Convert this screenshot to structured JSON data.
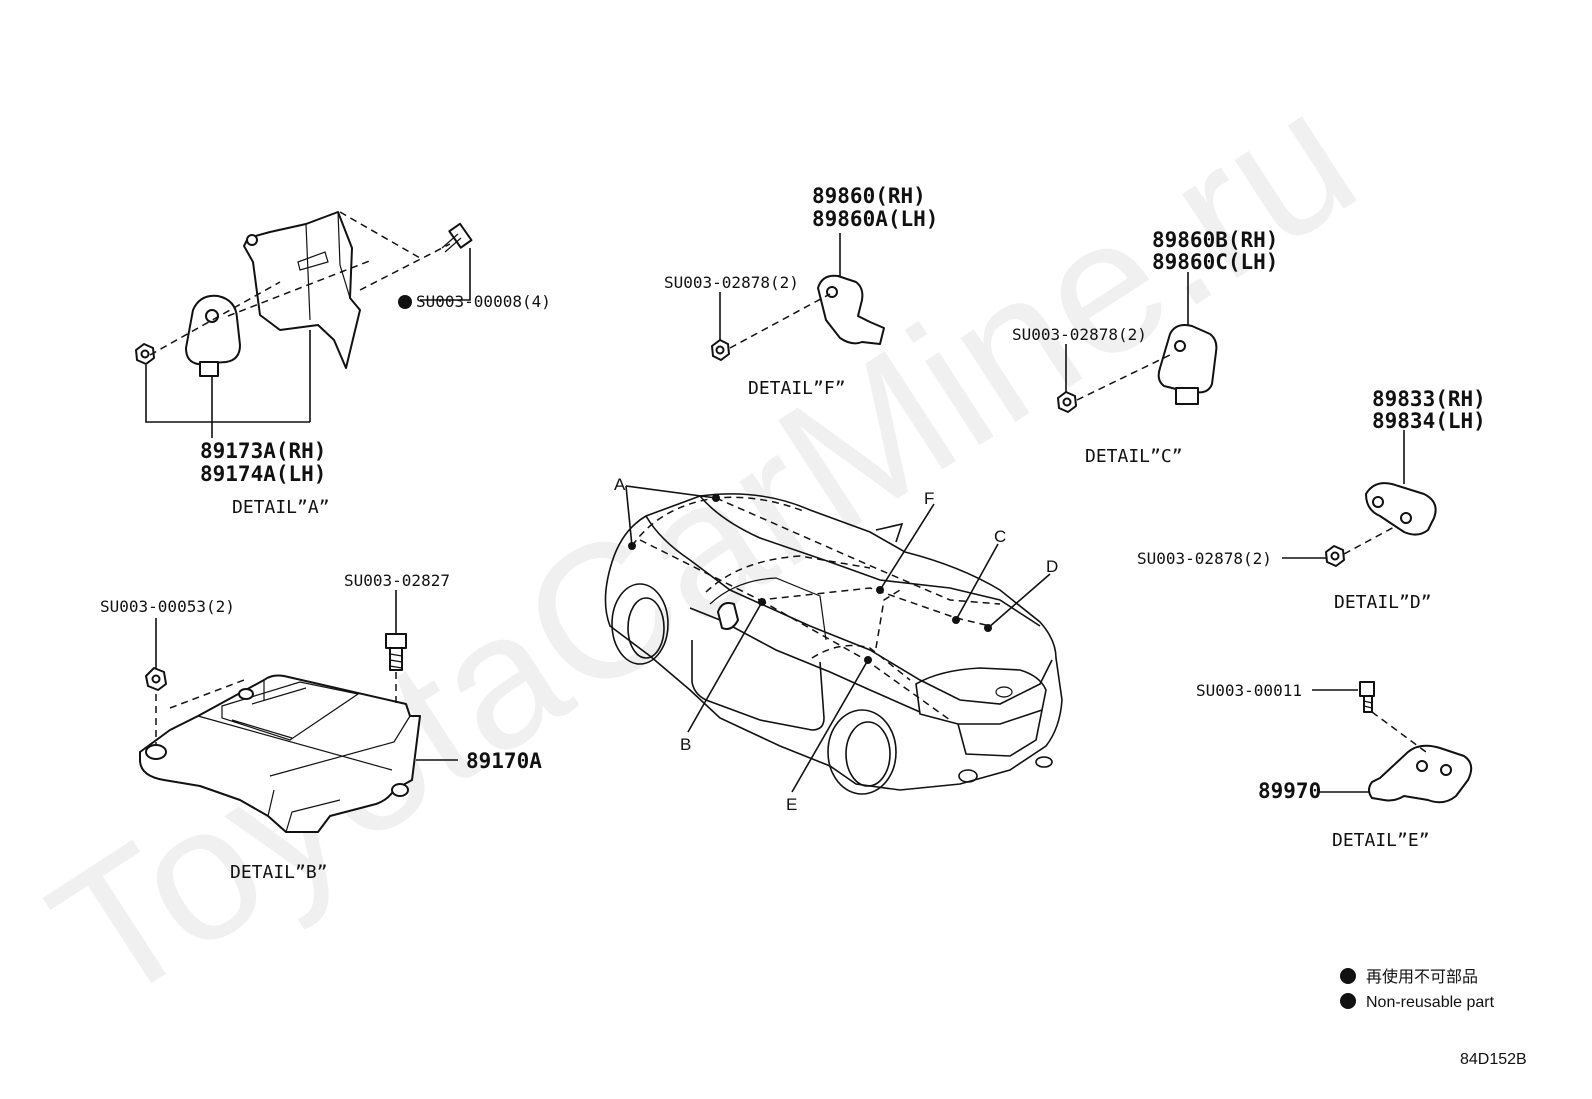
{
  "watermark": "ToyotaCarMine.ru",
  "diagram_code": "84D152B",
  "details": {
    "a": {
      "caption": "DETAIL”A”",
      "part_rh": "89173A(RH)",
      "part_lh": "89174A(LH)",
      "bolt": "SU003-00008(4)"
    },
    "b": {
      "caption": "DETAIL”B”",
      "part": "89170A",
      "bolt": "SU003-02827",
      "nut": "SU003-00053(2)"
    },
    "c": {
      "caption": "DETAIL”C”",
      "part_rh": "89860B(RH)",
      "part_lh": "89860C(LH)",
      "nut": "SU003-02878(2)"
    },
    "d": {
      "caption": "DETAIL”D”",
      "part_rh": "89833(RH)",
      "part_lh": "89834(LH)",
      "nut": "SU003-02878(2)"
    },
    "e": {
      "caption": "DETAIL”E”",
      "part": "89970",
      "bolt": "SU003-00011"
    },
    "f": {
      "caption": "DETAIL”F”",
      "part_rh": "89860(RH)",
      "part_lh": "89860A(LH)",
      "nut": "SU003-02878(2)"
    }
  },
  "car_letters": {
    "a": "A",
    "b": "B",
    "c": "C",
    "d": "D",
    "e": "E",
    "f": "F"
  },
  "legend": {
    "line_jp": "再使用不可部品",
    "line_en": "Non-reusable part"
  }
}
